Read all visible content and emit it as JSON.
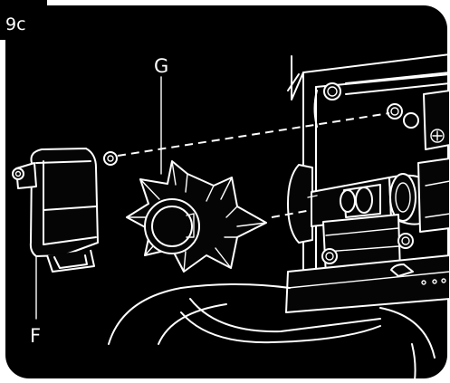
{
  "step_label": "9c",
  "callouts": {
    "impeller": "G",
    "cover": "F"
  },
  "colors": {
    "background": "#000000",
    "line": "#ffffff",
    "badge": "#000000"
  }
}
